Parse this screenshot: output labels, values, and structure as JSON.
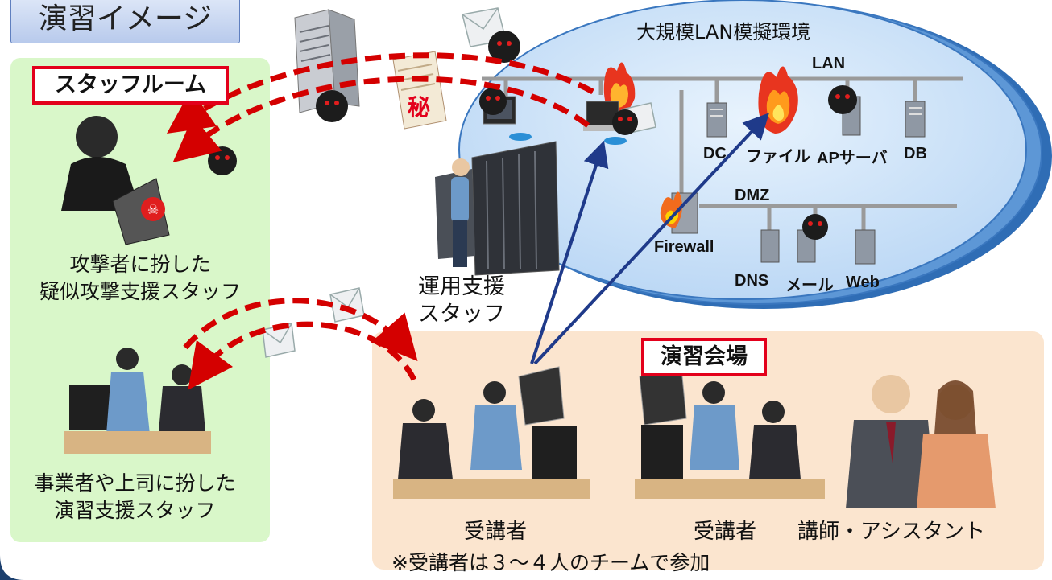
{
  "title": "演習イメージ",
  "staff_room": {
    "label": "スタッフルーム",
    "attacker_caption": [
      "攻撃者に扮した",
      "疑似攻撃支援スタッフ"
    ],
    "business_caption": [
      "事業者や上司に扮した",
      "演習支援スタッフ"
    ]
  },
  "operations": {
    "caption": [
      "運用支援",
      "スタッフ"
    ]
  },
  "secret_mark": "秘",
  "lan_environment": {
    "title": "大規模LAN模擬環境",
    "lan_label": "LAN",
    "dmz_label": "DMZ",
    "servers": [
      "DC",
      "ファイル",
      "APサーバ",
      "DB"
    ],
    "firewall": "Firewall",
    "dmz_servers": [
      "DNS",
      "メール",
      "Web"
    ]
  },
  "venue": {
    "label": "演習会場",
    "trainee_left": "受講者",
    "trainee_right": "受講者",
    "instructor": "講師・アシスタント",
    "note": "※受講者は３～４人のチームで参加"
  },
  "colors": {
    "staff_bg": "#d9f7c9",
    "venue_bg": "#fbe5cf",
    "lan_fill": "#cfe4f8",
    "accent_red": "#d40000",
    "arrow_blue": "#1f3a8a"
  }
}
